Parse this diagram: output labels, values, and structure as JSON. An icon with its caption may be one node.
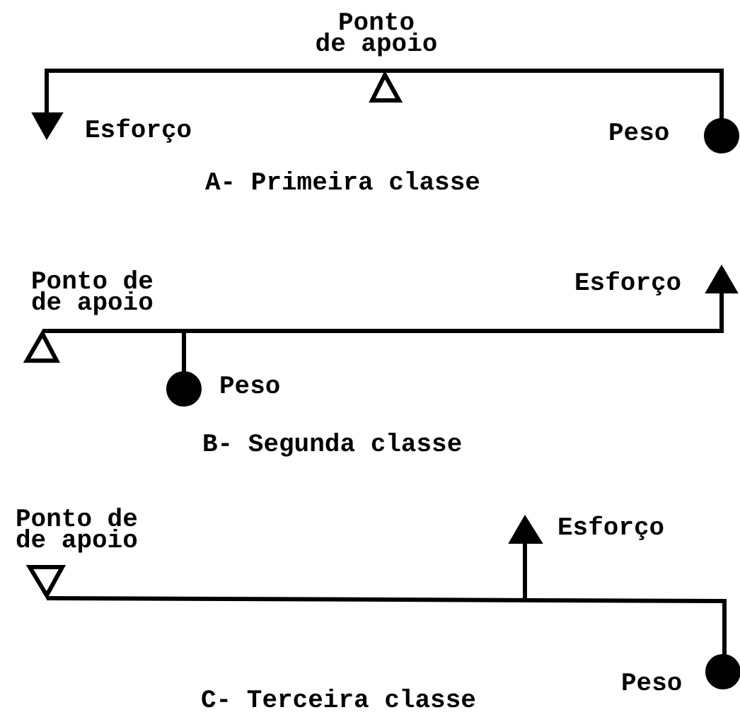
{
  "diagram": {
    "labels": [
      "Ponto de apoio",
      "Esforço",
      "Peso",
      "A- Primeira classe",
      "Ponto de de apoio",
      "Esforço",
      "Peso",
      "B- Segunda classe",
      "Ponto de de apoio",
      "Esforço",
      "Peso",
      "C- Terceira classe"
    ]
  }
}
